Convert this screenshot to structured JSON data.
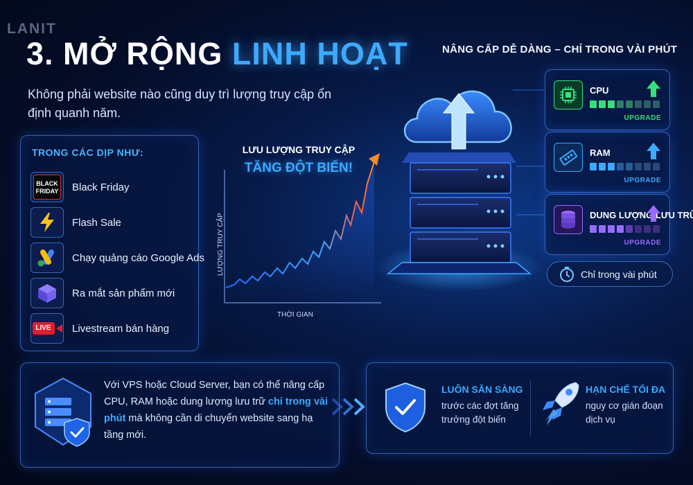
{
  "brand": "LANIT",
  "title": {
    "prefix": "3. MỞ RỘNG",
    "highlight": "LINH HOẠT"
  },
  "intro": "Không phải website nào cũng duy trì lượng truy cập ổn định quanh năm.",
  "occasions": {
    "title": "TRONG CÁC DỊP NHƯ:",
    "black_friday_badge": "BLACK FRIDAY",
    "live_badge": "LIVE",
    "items": [
      {
        "label": "Black Friday",
        "icon": "black-friday-icon"
      },
      {
        "label": "Flash Sale",
        "icon": "lightning-icon"
      },
      {
        "label": "Chạy quảng cáo Google Ads",
        "icon": "google-ads-icon"
      },
      {
        "label": "Ra mắt sản phẩm mới",
        "icon": "product-box-icon"
      },
      {
        "label": "Livestream bán hàng",
        "icon": "livestream-icon"
      }
    ]
  },
  "traffic": {
    "headline_1": "LƯU LƯỢNG TRUY CẬP",
    "headline_2": "TĂNG ĐỘT BIẾN!",
    "ylabel": "LƯỢNG TRUY CẬP",
    "xlabel": "THỜI GIAN"
  },
  "upgrade": {
    "title": "NÂNG CẤP DỄ DÀNG – CHỈ TRONG VÀI PHÚT",
    "resources": [
      {
        "name": "CPU",
        "badge": "UPGRADE",
        "color": "#36e07a",
        "icon": "cpu-chip-icon"
      },
      {
        "name": "RAM",
        "badge": "UPGRADE",
        "color": "#3ea9ff",
        "icon": "ram-stick-icon"
      },
      {
        "name": "DUNG LƯỢNG LƯU TRỮ",
        "badge": "UPGRADE",
        "color": "#9a6bff",
        "icon": "database-icon"
      }
    ],
    "quick_label": "Chỉ trong vài phút"
  },
  "bottom": {
    "text_before": "Với VPS hoặc Cloud Server, bạn có thể nâng cấp CPU, RAM hoặc dung lượng lưu trữ ",
    "text_highlight": "chỉ trong vài phút",
    "text_after": " mà không cần di chuyển website sang hạ tầng mới.",
    "benefit_1": {
      "title": "LUÔN SẴN SÀNG",
      "desc": "trước các đợt tăng trưởng đột biến"
    },
    "benefit_2": {
      "title": "HẠN CHẾ TỐI ĐA",
      "desc": "nguy cơ gián đoạn dịch vụ"
    }
  },
  "colors": {
    "accent": "#3ea9ff",
    "background": "#040c26",
    "panel_border": "#5896ff",
    "spike": "#ff6a2a"
  }
}
